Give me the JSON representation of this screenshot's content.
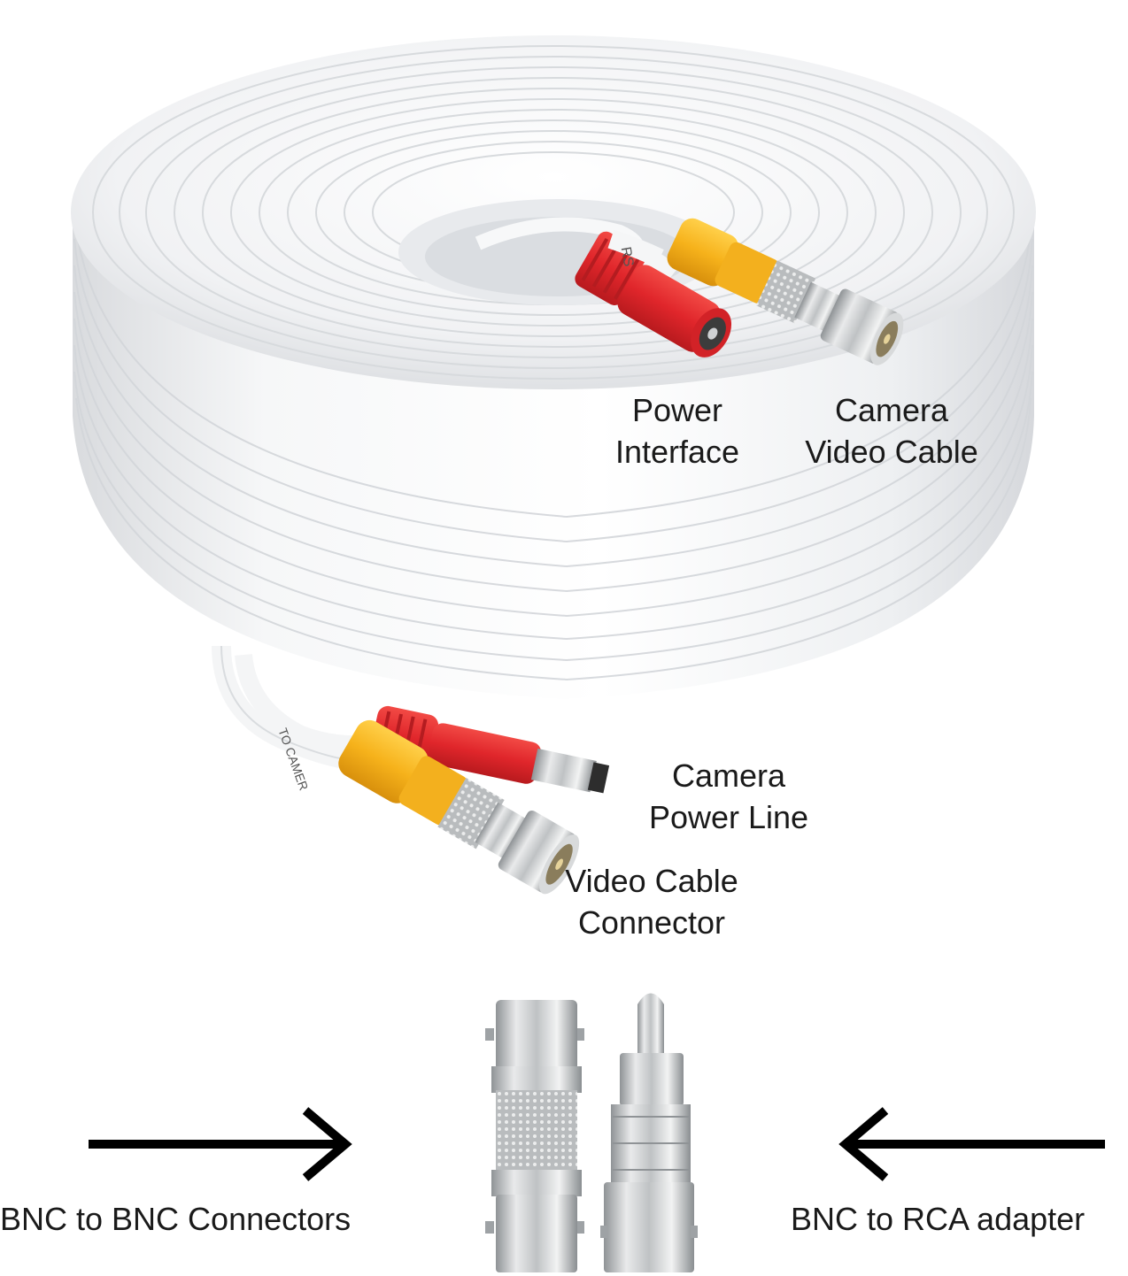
{
  "labels": {
    "power_interface": [
      "Power",
      "Interface"
    ],
    "camera_video_cable": [
      "Camera",
      "Video Cable"
    ],
    "camera_power_line": [
      "Camera",
      "Power Line"
    ],
    "video_cable_connector": [
      "Video Cable",
      "Connector"
    ],
    "bnc_to_bnc": "BNC to BNC Connectors",
    "bnc_to_rca": "BNC to RCA adapter"
  },
  "cable_print": {
    "upper": "RS",
    "lower": "TO CAMER"
  },
  "colors": {
    "cable": "#f4f5f6",
    "red_connector": "#e0262b",
    "yellow_connector": "#f6b21b",
    "metal": "#c9cbcd",
    "arrow": "#000000"
  },
  "icons": [
    "cable-coil",
    "dc-female-plug",
    "bnc-connector",
    "dc-male-plug",
    "bnc-coupler",
    "rca-adapter",
    "arrow-right-icon",
    "arrow-left-icon"
  ]
}
